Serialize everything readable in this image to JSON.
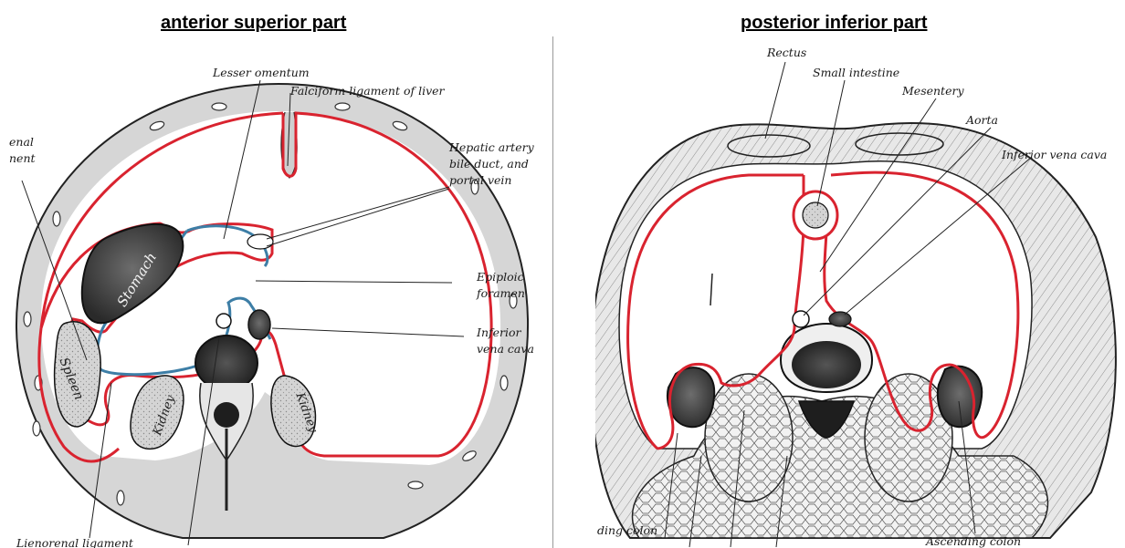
{
  "panels": {
    "left_title": "anterior superior part",
    "right_title": "posterior inferior part"
  },
  "left_labels": {
    "lesser_omentum": "Lesser omentum",
    "falciform": "Falciform ligament of liver",
    "renal_1": "enal",
    "renal_2": "nent",
    "hepatic_1": "Hepatic artery",
    "hepatic_2": "bile duct, and",
    "hepatic_3": "portal vein",
    "epiploic_1": "Epiploic",
    "epiploic_2": "foramen",
    "ivc_1": "Inferior",
    "ivc_2": "vena cava",
    "lienorenal": "Lienorenal ligament"
  },
  "left_organs": {
    "stomach": "Stomach",
    "spleen": "Spleen",
    "kidney_left": "Kidney",
    "kidney_right": "Kidney"
  },
  "right_labels": {
    "rectus": "Rectus",
    "small_intestine": "Small intestine",
    "mesentery": "Mesentery",
    "aorta": "Aorta",
    "ivc": "Inferior vena cava",
    "descending_colon": "ding colon",
    "ascending_colon": "Ascending colon"
  },
  "colors": {
    "peritoneum": "#d9232f",
    "lesser_sac": "#3d7ea6",
    "wall": "#d8d8d8",
    "outline": "#222222"
  }
}
